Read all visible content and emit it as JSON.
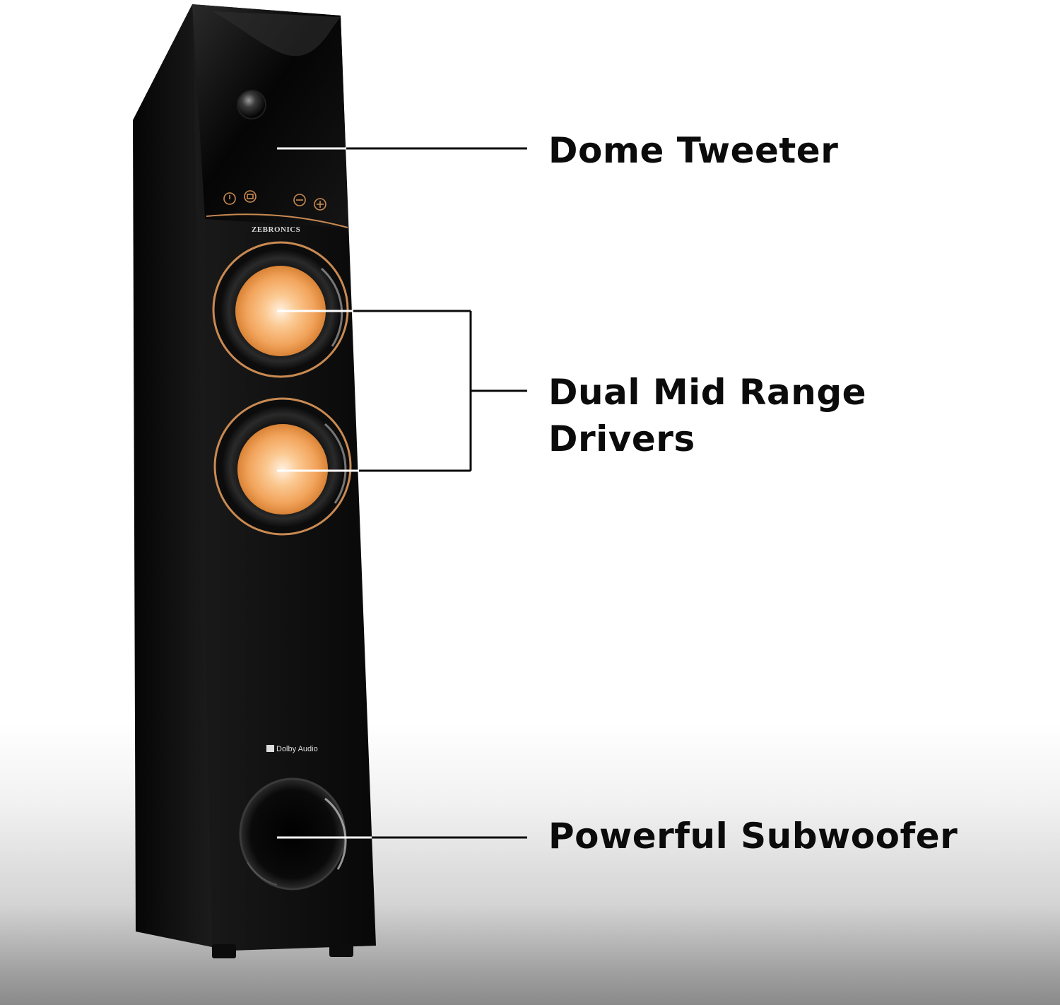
{
  "product": {
    "brand_logo": "ZEBRONICS",
    "audio_badge": "Dolby Audio",
    "body_color": "#0d0d0d",
    "accent_color": "#c98a52",
    "cone_color": "#f2a45c",
    "control_icons": [
      "power-icon",
      "input-icon",
      "volume-down-icon",
      "volume-up-icon"
    ]
  },
  "callouts": {
    "tweeter": {
      "label": "Dome Tweeter"
    },
    "mid_range": {
      "label_line1": "Dual Mid Range",
      "label_line2": "Drivers"
    },
    "subwoofer": {
      "label": "Powerful Subwoofer"
    }
  }
}
